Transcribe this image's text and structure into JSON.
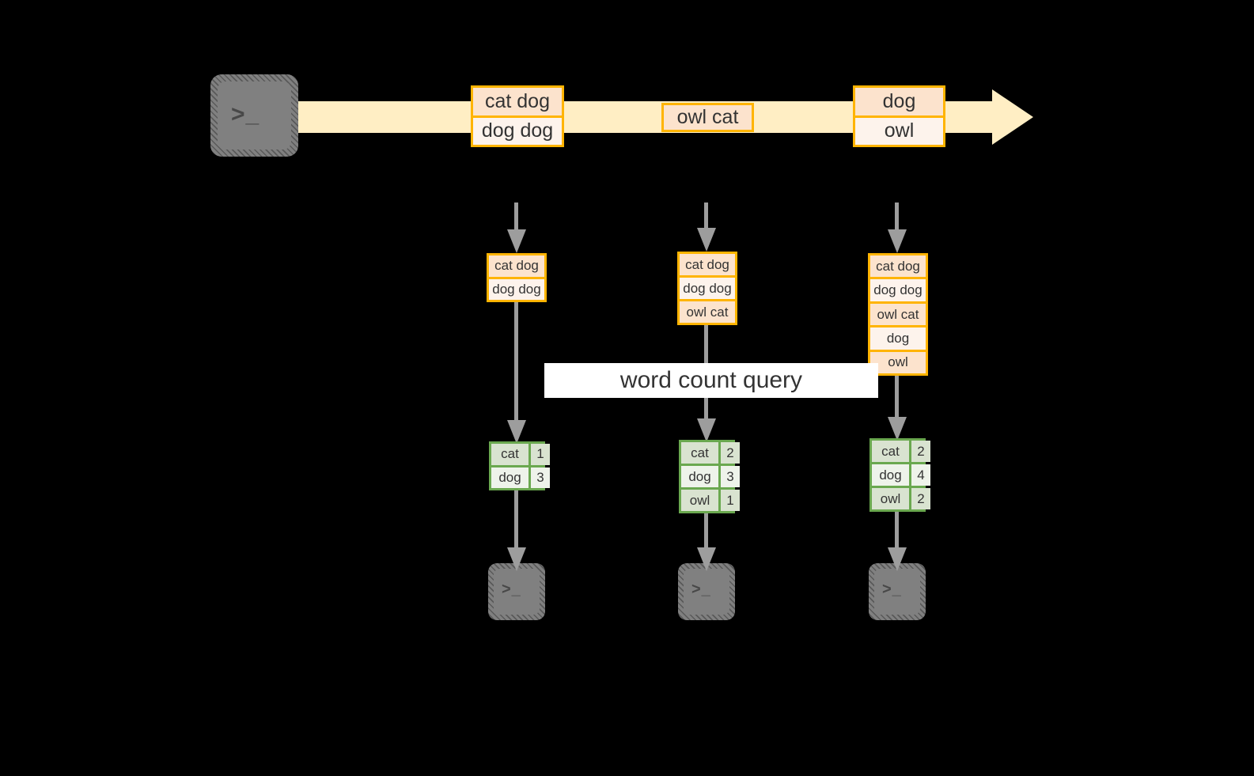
{
  "diagram": {
    "title_label": "word count query",
    "colors": {
      "stream_arrow": "#ffeec4",
      "event_border": "#ffb400",
      "event_fill_dark": "#fce3cd",
      "event_fill_light": "#fdf3ec",
      "table_border": "#6aa84f",
      "table_fill_dark": "#d9e3d0",
      "table_fill_light": "#eef3ea",
      "connector": "#9d9d9d",
      "terminal_fill": "#808080",
      "background": "#000000"
    },
    "source": {
      "icon": "terminal-icon",
      "glyph": ">_"
    },
    "stream_events": [
      {
        "id": "event-1",
        "rows": [
          "cat dog",
          "dog dog"
        ]
      },
      {
        "id": "event-2",
        "rows": [
          "owl cat"
        ]
      },
      {
        "id": "event-3",
        "rows": [
          "dog",
          "owl"
        ]
      }
    ],
    "snapshots": [
      {
        "id": "snapshot-1",
        "rows": [
          "cat dog",
          "dog dog"
        ]
      },
      {
        "id": "snapshot-2",
        "rows": [
          "cat dog",
          "dog dog",
          "owl cat"
        ]
      },
      {
        "id": "snapshot-3",
        "rows": [
          "cat dog",
          "dog dog",
          "owl cat",
          "dog",
          "owl"
        ]
      }
    ],
    "results": [
      {
        "id": "result-1",
        "rows": [
          {
            "word": "cat",
            "count": "1"
          },
          {
            "word": "dog",
            "count": "3"
          }
        ]
      },
      {
        "id": "result-2",
        "rows": [
          {
            "word": "cat",
            "count": "2"
          },
          {
            "word": "dog",
            "count": "3"
          },
          {
            "word": "owl",
            "count": "1"
          }
        ]
      },
      {
        "id": "result-3",
        "rows": [
          {
            "word": "cat",
            "count": "2"
          },
          {
            "word": "dog",
            "count": "4"
          },
          {
            "word": "owl",
            "count": "2"
          }
        ]
      }
    ],
    "sinks": [
      {
        "id": "sink-1",
        "icon": "terminal-icon",
        "glyph": ">_"
      },
      {
        "id": "sink-2",
        "icon": "terminal-icon",
        "glyph": ">_"
      },
      {
        "id": "sink-3",
        "icon": "terminal-icon",
        "glyph": ">_"
      }
    ]
  }
}
